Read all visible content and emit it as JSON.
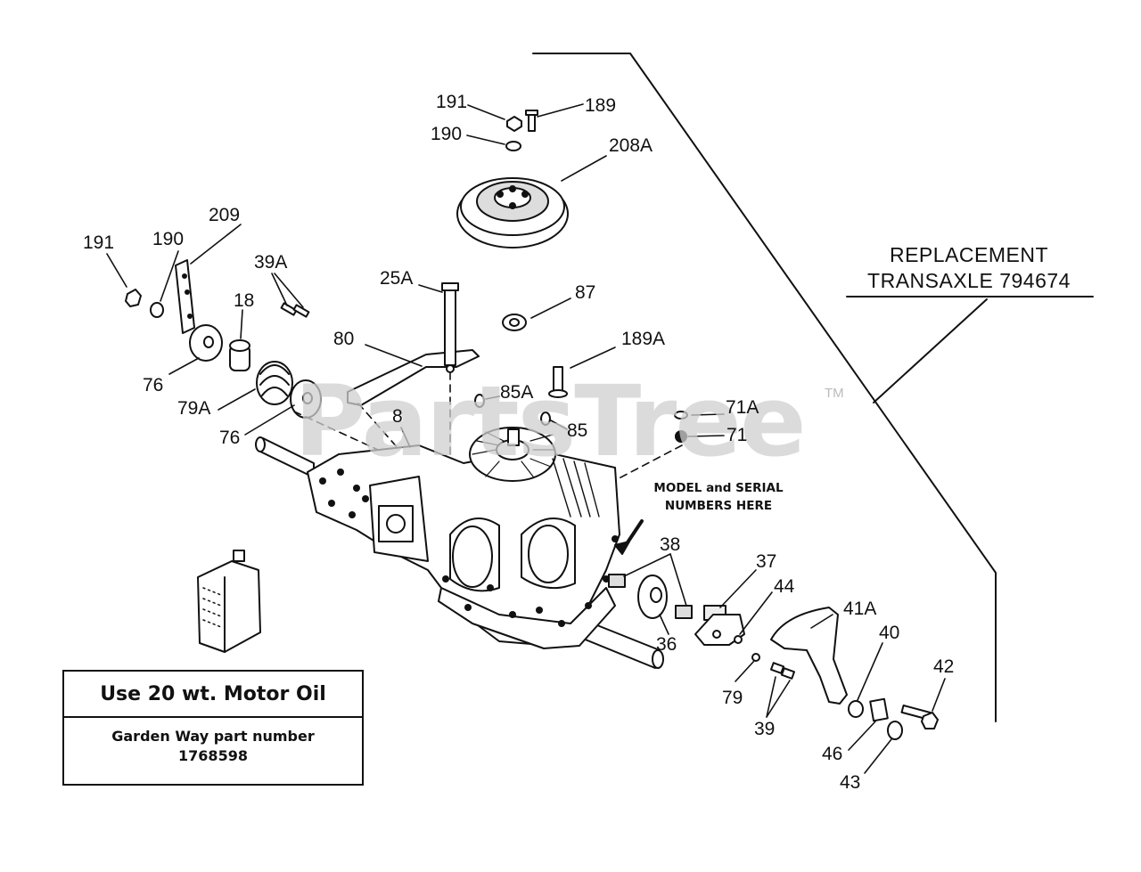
{
  "watermark": {
    "text": "PartsTree",
    "tm": "TM"
  },
  "replacement": {
    "line1": "REPLACEMENT",
    "line2": "TRANSAXLE 794674"
  },
  "oil_note": {
    "title": "Use 20 wt. Motor Oil",
    "subtitle": "Garden Way part number",
    "part_number": "1768598"
  },
  "model_note": {
    "line1": "MODEL and SERIAL",
    "line2": "NUMBERS HERE"
  },
  "callouts": {
    "c191_top": "191",
    "c189": "189",
    "c190_top": "190",
    "c208A": "208A",
    "c209": "209",
    "c191_left": "191",
    "c190_left": "190",
    "c39A": "39A",
    "c18": "18",
    "c25A": "25A",
    "c87": "87",
    "c80": "80",
    "c76_a": "76",
    "c79A": "79A",
    "c76_b": "76",
    "c189A": "189A",
    "c85A": "85A",
    "c8": "8",
    "c85": "85",
    "c71A": "71A",
    "c71": "71",
    "c38": "38",
    "c37": "37",
    "c44": "44",
    "c36": "36",
    "c41A": "41A",
    "c40": "40",
    "c42": "42",
    "c79": "79",
    "c39": "39",
    "c46": "46",
    "c43": "43"
  }
}
